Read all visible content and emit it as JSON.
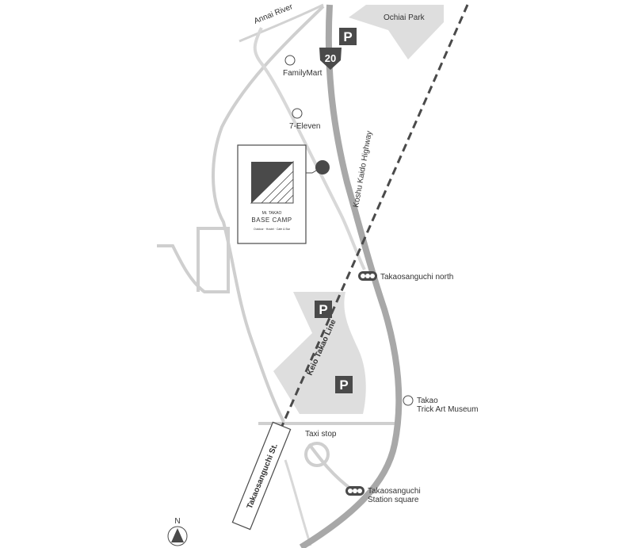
{
  "map": {
    "river_label": "Annai River",
    "park_label": "Ochiai Park",
    "route_number": "20",
    "highway_label": "Koshu Kaido Highway",
    "rail_label": "Keio Takao Line",
    "street_label": "Takaosanguchi St.",
    "north_label": "N",
    "parking_symbol": "P",
    "pois": {
      "familymart": "FamilyMart",
      "seven_eleven": "7-Eleven",
      "museum_line1": "Takao",
      "museum_line2": "Trick Art Museum",
      "taxi_stop": "Taxi stop",
      "signal_north": "Takaosanguchi north",
      "station_line1": "Takaosanguchi",
      "station_line2": "Station square"
    },
    "base_camp": {
      "small_title": "Mt. TAKAO",
      "title": "BASE CAMP",
      "tagline": "Outdoor · Hostel · Cafe & Bar"
    },
    "colors": {
      "highway": "#a8a8a8",
      "road": "#d2d2d2",
      "area": "#dedede",
      "dark": "#4a4a4a"
    }
  }
}
